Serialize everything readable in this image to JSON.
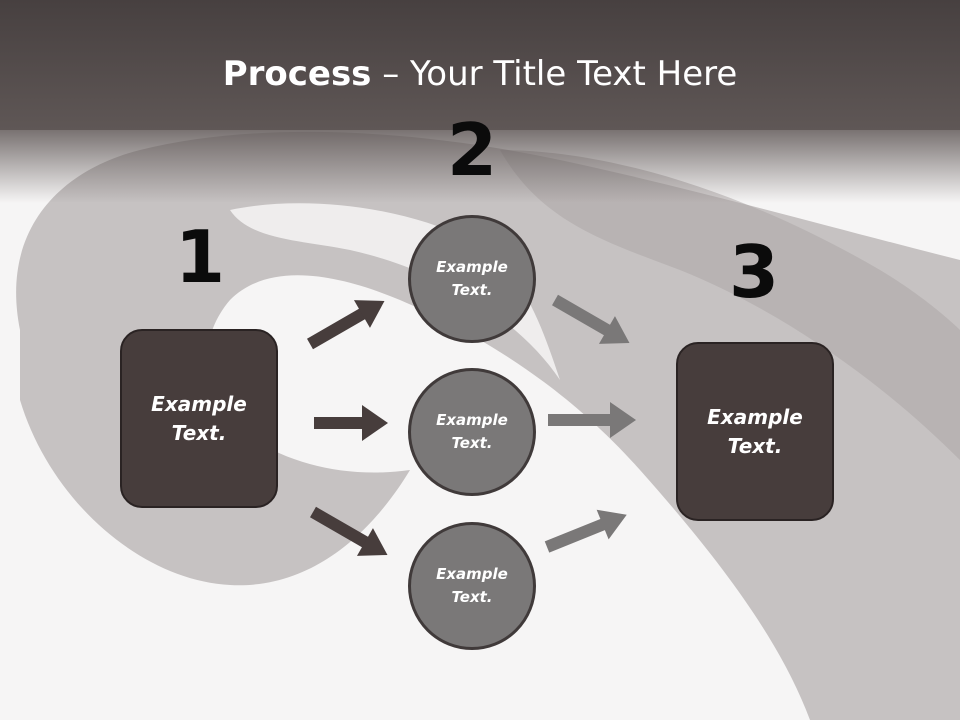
{
  "title": {
    "bold": "Process",
    "rest": " – Your Title Text Here"
  },
  "steps": {
    "one": "1",
    "two": "2",
    "three": "3"
  },
  "left_box": {
    "text": "Example\nText."
  },
  "circles": [
    {
      "text": "Example\nText."
    },
    {
      "text": "Example\nText."
    },
    {
      "text": "Example\nText."
    }
  ],
  "right_box": {
    "text": "Example\nText."
  },
  "colors": {
    "header": "#5f5756",
    "dark_box": "#473d3c",
    "circle_fill": "#7a7878",
    "arrow_dark": "#473d3c",
    "arrow_light": "#7a7878",
    "background": "#f6f5f5"
  }
}
